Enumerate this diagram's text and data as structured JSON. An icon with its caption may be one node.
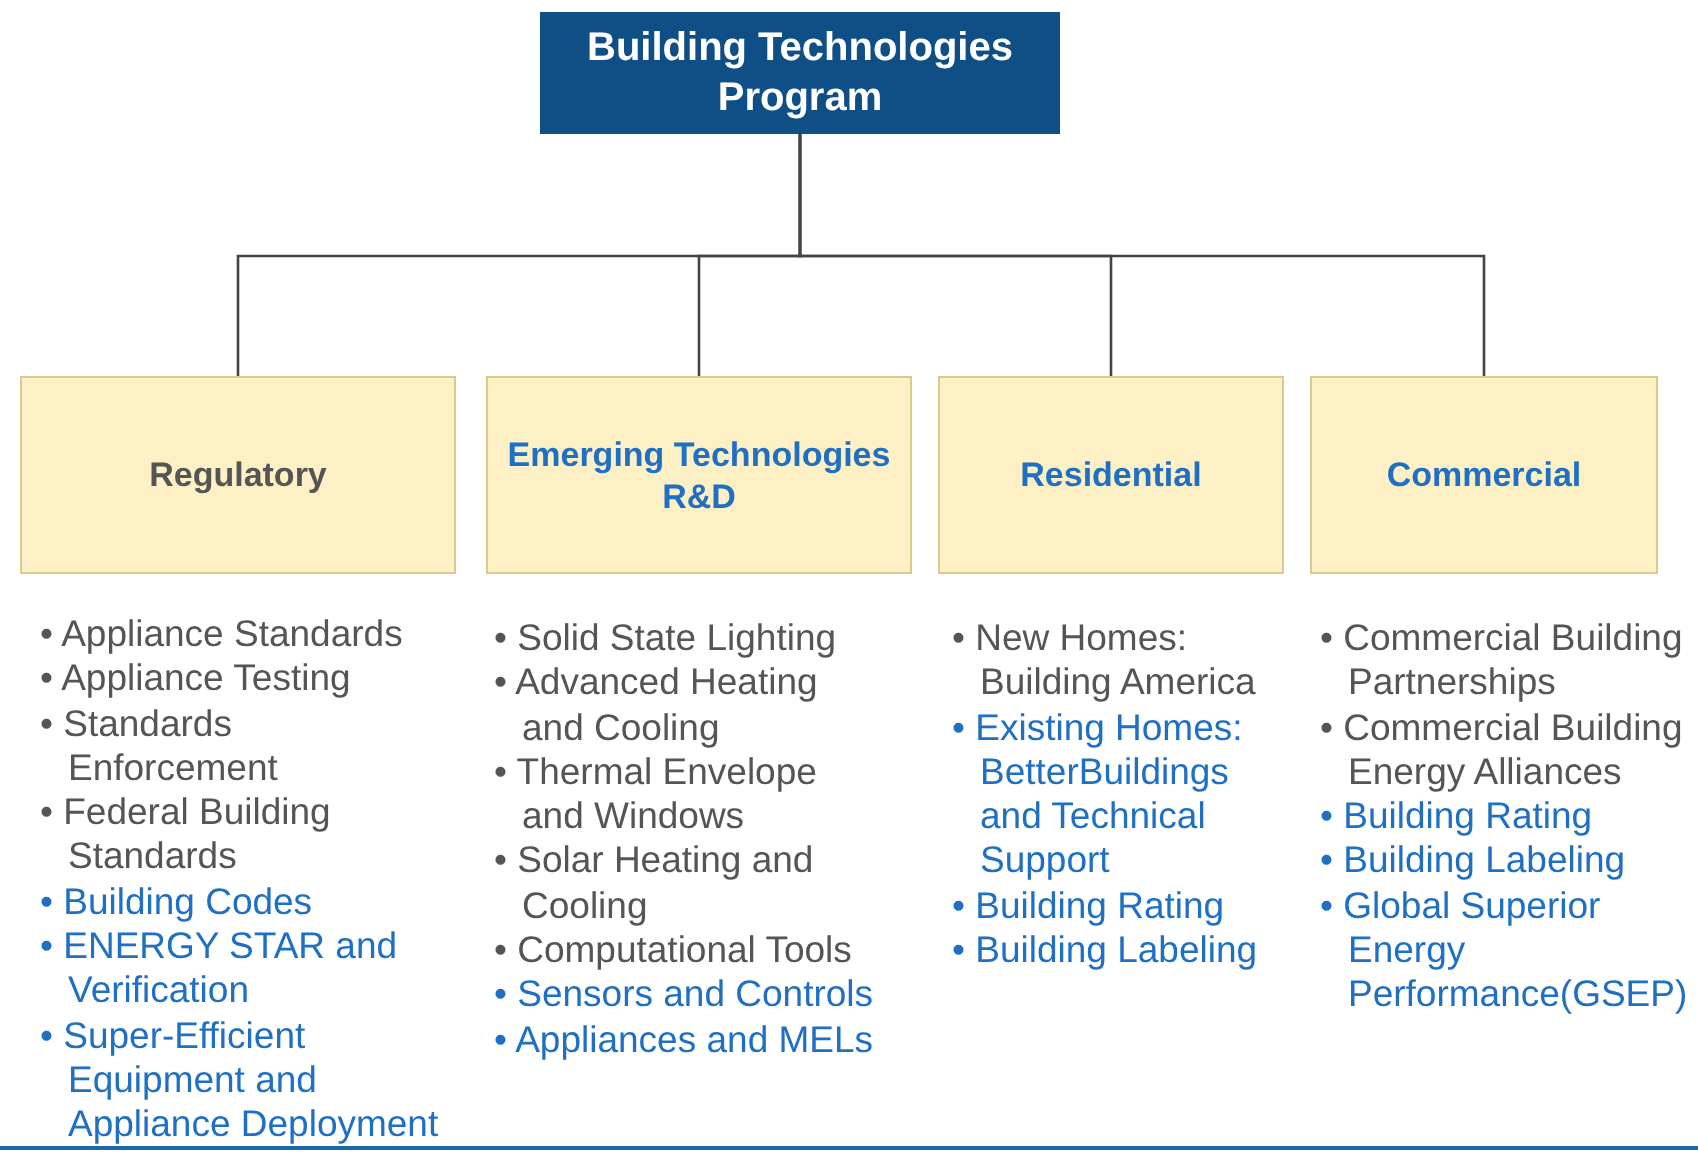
{
  "diagram": {
    "nodes": [
      {
        "text": [
          "Building Technologies Program"
        ]
      },
      {
        "text": [
          "Regulatory"
        ],
        "beside": [
          "• Appliance Standards",
          "• Appliance Testing",
          "• Standards Enforcement",
          "• Federal Building Standards",
          "• Building Codes",
          "• ENERGY STAR and Verification",
          "• Super-Efficient Equipment and Appliance Deployment"
        ]
      },
      {
        "text": [
          "Emerging Technologies R&D"
        ],
        "beside": [
          "• Solid State Lighting",
          "• Advanced Heating and Cooling",
          "• Thermal Envelope and Windows",
          "• Solar Heating and Cooling",
          "• Computational Tools",
          "• Sensors and Controls",
          "• Appliances and MELs"
        ]
      },
      {
        "text": [
          "Residential"
        ],
        "beside": [
          "• New Homes: Building America",
          "• Existing Homes: BetterBuildings and Technical Support",
          "• Building Rating",
          "• Building Labeling"
        ]
      },
      {
        "text": [
          "Commercial"
        ],
        "beside": [
          "• Commercial Building Partnerships",
          "• Commercial Building Energy Alliances",
          "• Building Rating",
          "• Building Labeling",
          "• Global Superior Energy Performance(GSEP)"
        ]
      }
    ],
    "edges": [
      {
        "from": 0,
        "to": 1,
        "arrow": "none"
      },
      {
        "from": 0,
        "to": 2,
        "arrow": "none"
      },
      {
        "from": 0,
        "to": 3,
        "arrow": "none"
      },
      {
        "from": 0,
        "to": 4,
        "arrow": "none"
      }
    ]
  }
}
